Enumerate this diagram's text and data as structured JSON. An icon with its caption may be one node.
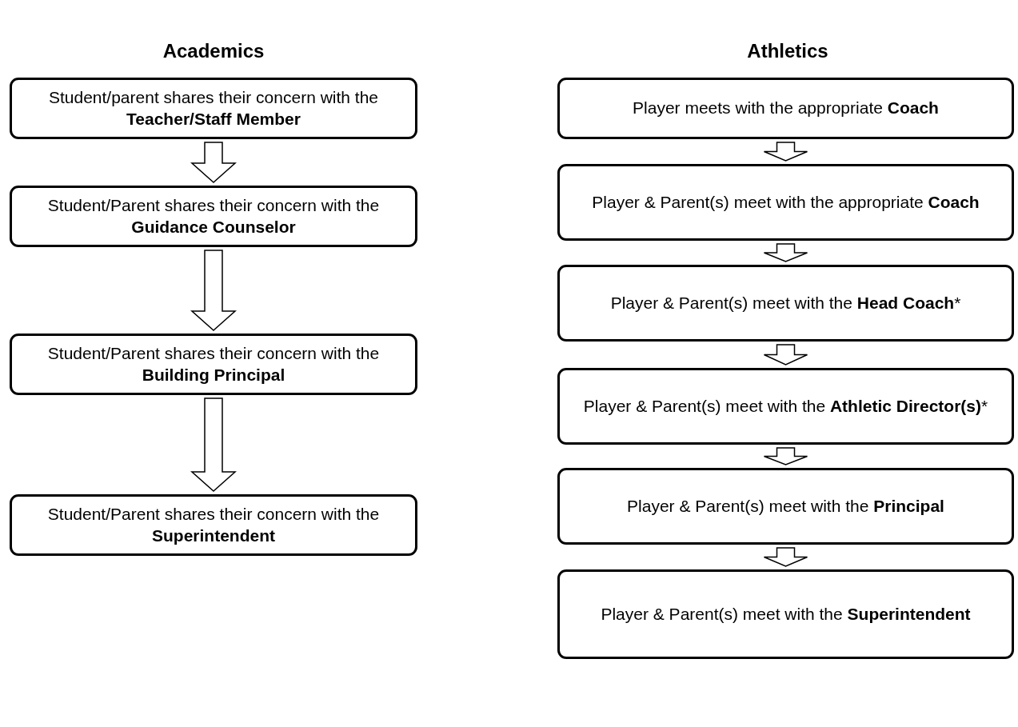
{
  "diagram": {
    "nodes": [
      {
        "text": [
          "Student/parent shares their concern with the **Teacher/Staff Member**"
        ]
      },
      {
        "text": [
          "Student/Parent shares their concern with the **Guidance Counselor**"
        ]
      },
      {
        "text": [
          "Student/Parent shares their concern with the **Building Principal**"
        ]
      },
      {
        "text": [
          "Student/Parent shares their concern with the **Superintendent**"
        ]
      },
      {
        "text": [
          "Player meets with the appropriate **Coach**"
        ]
      },
      {
        "text": [
          "Player & Parent(s) meet with the appropriate **Coach**"
        ]
      },
      {
        "text": [
          "Player & Parent(s) meet with the **Head Coach***"
        ]
      },
      {
        "text": [
          "Player & Parent(s) meet with the **Athletic Director(s)***"
        ]
      },
      {
        "text": [
          "Player & Parent(s) meet with the **Principal**"
        ]
      },
      {
        "text": [
          "Player & Parent(s) meet with the **Superintendent**"
        ]
      }
    ],
    "edges": [
      {
        "from": 0,
        "to": 1,
        "arrow": "to"
      },
      {
        "from": 1,
        "to": 2,
        "arrow": "to"
      },
      {
        "from": 2,
        "to": 3,
        "arrow": "to"
      },
      {
        "from": 4,
        "to": 5,
        "arrow": "to"
      },
      {
        "from": 5,
        "to": 6,
        "arrow": "to"
      },
      {
        "from": 6,
        "to": 7,
        "arrow": "to"
      },
      {
        "from": 7,
        "to": 8,
        "arrow": "to"
      },
      {
        "from": 8,
        "to": 9,
        "arrow": "to"
      }
    ],
    "labels": [
      "Academics",
      "Athletics"
    ]
  }
}
